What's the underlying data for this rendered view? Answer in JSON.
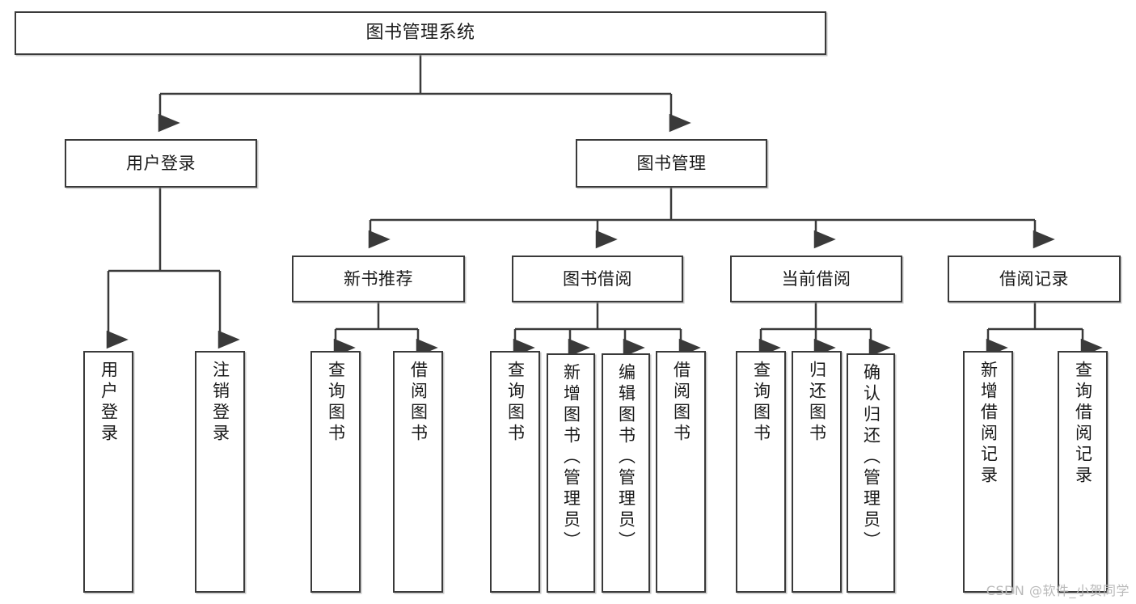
{
  "diagram": {
    "title": "图书管理系统",
    "watermark": "CSDN @软件_小贺同学",
    "line_color": "#3a3a3a",
    "box_fill": "#ffffff",
    "text_color": "#1a1a1a",
    "watermark_color": "#b9b9b9",
    "orientation": "top-down-tree",
    "levels": 4
  },
  "nodes": {
    "root": {
      "label": "图书管理系统"
    },
    "level1": [
      {
        "label": "用户登录"
      },
      {
        "label": "图书管理"
      }
    ],
    "level2": [
      {
        "label": "新书推荐"
      },
      {
        "label": "图书借阅"
      },
      {
        "label": "当前借阅"
      },
      {
        "label": "借阅记录"
      }
    ],
    "leaves_user_login": [
      {
        "label": "用户登录"
      },
      {
        "label": "注销登录"
      }
    ],
    "leaves_new_book": [
      {
        "label": "查询图书"
      },
      {
        "label": "借阅图书"
      }
    ],
    "leaves_book_borrow": [
      {
        "label": "查询图书"
      },
      {
        "label": "新增图书（管理员）"
      },
      {
        "label": "编辑图书（管理员）"
      },
      {
        "label": "借阅图书"
      }
    ],
    "leaves_current_borrow": [
      {
        "label": "查询图书"
      },
      {
        "label": "归还图书"
      },
      {
        "label": "确认归还（管理员）"
      }
    ],
    "leaves_borrow_record": [
      {
        "label": "新增借阅记录"
      },
      {
        "label": "查询借阅记录"
      }
    ]
  },
  "chart_data": {
    "type": "tree",
    "title": "图书管理系统",
    "root": {
      "name": "图书管理系统",
      "children": [
        {
          "name": "用户登录",
          "children": [
            {
              "name": "用户登录"
            },
            {
              "name": "注销登录"
            }
          ]
        },
        {
          "name": "图书管理",
          "children": [
            {
              "name": "新书推荐",
              "children": [
                {
                  "name": "查询图书"
                },
                {
                  "name": "借阅图书"
                }
              ]
            },
            {
              "name": "图书借阅",
              "children": [
                {
                  "name": "查询图书"
                },
                {
                  "name": "新增图书（管理员）"
                },
                {
                  "name": "编辑图书（管理员）"
                },
                {
                  "name": "借阅图书"
                }
              ]
            },
            {
              "name": "当前借阅",
              "children": [
                {
                  "name": "查询图书"
                },
                {
                  "name": "归还图书"
                },
                {
                  "name": "确认归还（管理员）"
                }
              ]
            },
            {
              "name": "借阅记录",
              "children": [
                {
                  "name": "新增借阅记录"
                },
                {
                  "name": "查询借阅记录"
                }
              ]
            }
          ]
        }
      ]
    }
  }
}
